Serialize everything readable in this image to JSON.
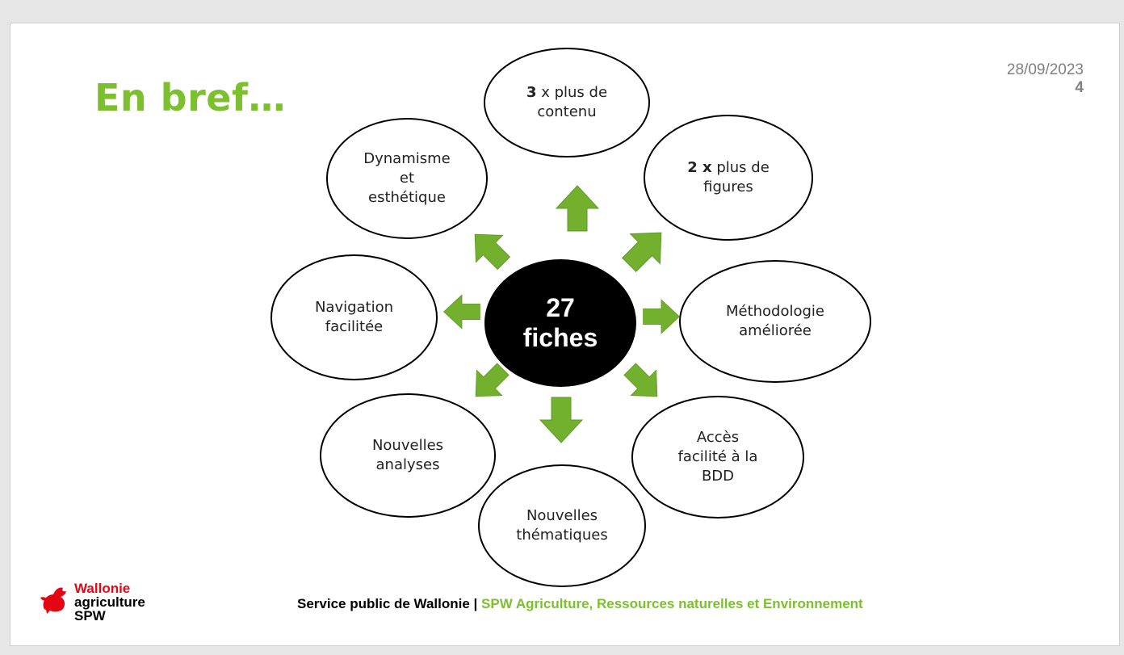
{
  "slide": {
    "title": "En bref…",
    "date": "28/09/2023",
    "page_number": "4"
  },
  "center": {
    "line1": "27",
    "line2": "fiches"
  },
  "bubbles": {
    "contenu": {
      "bold": "3",
      "rest1": " x plus de",
      "rest2": "contenu"
    },
    "figures": {
      "bold": "2 x",
      "rest1": " plus de",
      "rest2": "figures"
    },
    "methodologie": {
      "line1": "Méthodologie",
      "line2": "améliorée"
    },
    "acces": {
      "line1": "Accès",
      "line2": "facilité à la",
      "line3": "BDD"
    },
    "thematiques": {
      "line1": "Nouvelles",
      "line2": "thématiques"
    },
    "analyses": {
      "line1": "Nouvelles",
      "line2": "analyses"
    },
    "navigation": {
      "line1": "Navigation",
      "line2": "facilitée"
    },
    "dynamisme": {
      "line1": "Dynamisme",
      "line2": "et",
      "line3": "esthétique"
    }
  },
  "footer": {
    "org": "Service public de Wallonie |",
    "dept": "SPW Agriculture, Ressources naturelles et Environnement"
  },
  "logo": {
    "line1": "Wallonie",
    "line2": "agriculture",
    "line3": "SPW"
  },
  "colors": {
    "accent": "#7cbf2f",
    "arrow": "#72b02e",
    "logo_red": "#e30613"
  }
}
